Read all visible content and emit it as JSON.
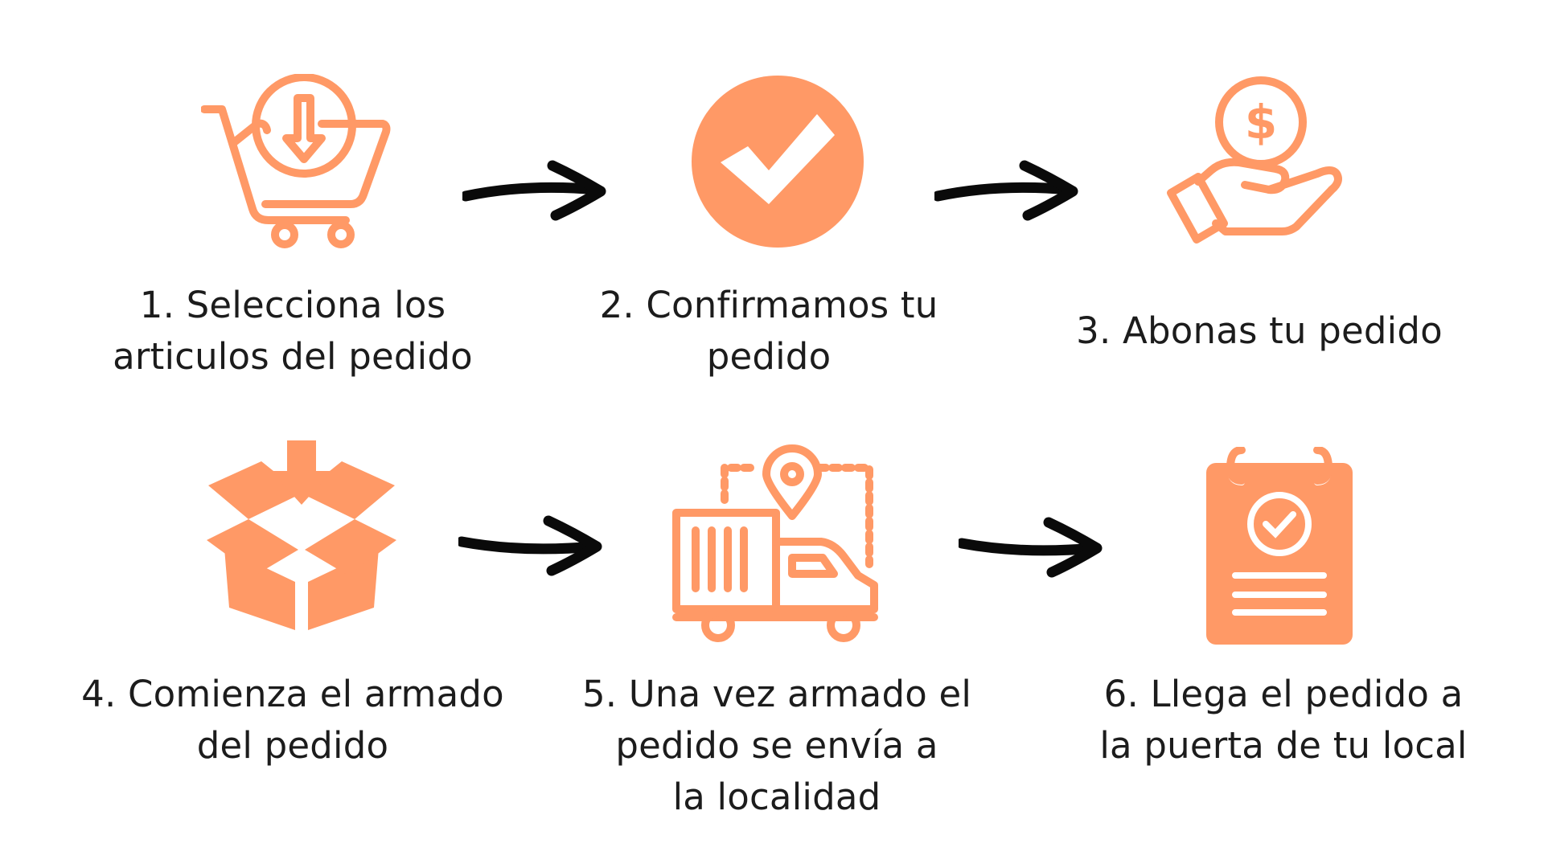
{
  "colors": {
    "accent": "#FF9966",
    "arrow": "#0a0a0a",
    "text": "#1c1c1c",
    "background": "#ffffff"
  },
  "steps": [
    {
      "icon": "shopping-cart-download-icon",
      "lines": [
        "1.  Selecciona los",
        "articulos del pedido"
      ]
    },
    {
      "icon": "check-circle-icon",
      "lines": [
        "2.  Confirmamos tu",
        "pedido"
      ]
    },
    {
      "icon": "hand-coin-dollar-icon",
      "lines": [
        "3.  Abonas tu pedido"
      ]
    },
    {
      "icon": "open-box-download-icon",
      "lines": [
        "4.  Comienza el armado",
        "del pedido"
      ]
    },
    {
      "icon": "delivery-truck-location-icon",
      "lines": [
        "5.  Una vez armado el",
        "pedido se envía a",
        "la localidad"
      ]
    },
    {
      "icon": "clipboard-check-icon",
      "lines": [
        "6. Llega el pedido a",
        "la puerta de tu local"
      ]
    }
  ],
  "arrow_icon": "arrow-right-icon"
}
